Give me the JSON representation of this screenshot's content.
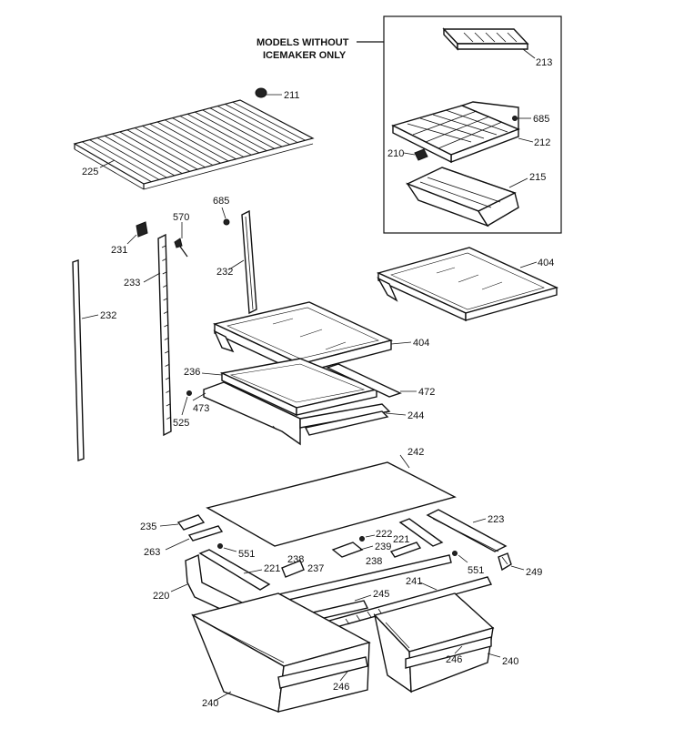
{
  "note": {
    "line1": "MODELS WITHOUT",
    "line2": "ICEMAKER ONLY"
  },
  "labels": {
    "p213": "213",
    "p211": "211",
    "p685a": "685",
    "p212": "212",
    "p210": "210",
    "p215": "215",
    "p225": "225",
    "p685b": "685",
    "p570": "570",
    "p231": "231",
    "p233": "233",
    "p232a": "232",
    "p232b": "232",
    "p404a": "404",
    "p404b": "404",
    "p236": "236",
    "p472": "472",
    "p473": "473",
    "p525": "525",
    "p244": "244",
    "p242": "242",
    "p235": "235",
    "p223": "223",
    "p222": "222",
    "p221a": "221",
    "p263": "263",
    "p551a": "551",
    "p238a": "238",
    "p239": "239",
    "p238b": "238",
    "p551b": "551",
    "p249": "249",
    "p221b": "221",
    "p237": "237",
    "p241": "241",
    "p220": "220",
    "p245": "245",
    "p246a": "246",
    "p240a": "240",
    "p246b": "246",
    "p240b": "240"
  }
}
